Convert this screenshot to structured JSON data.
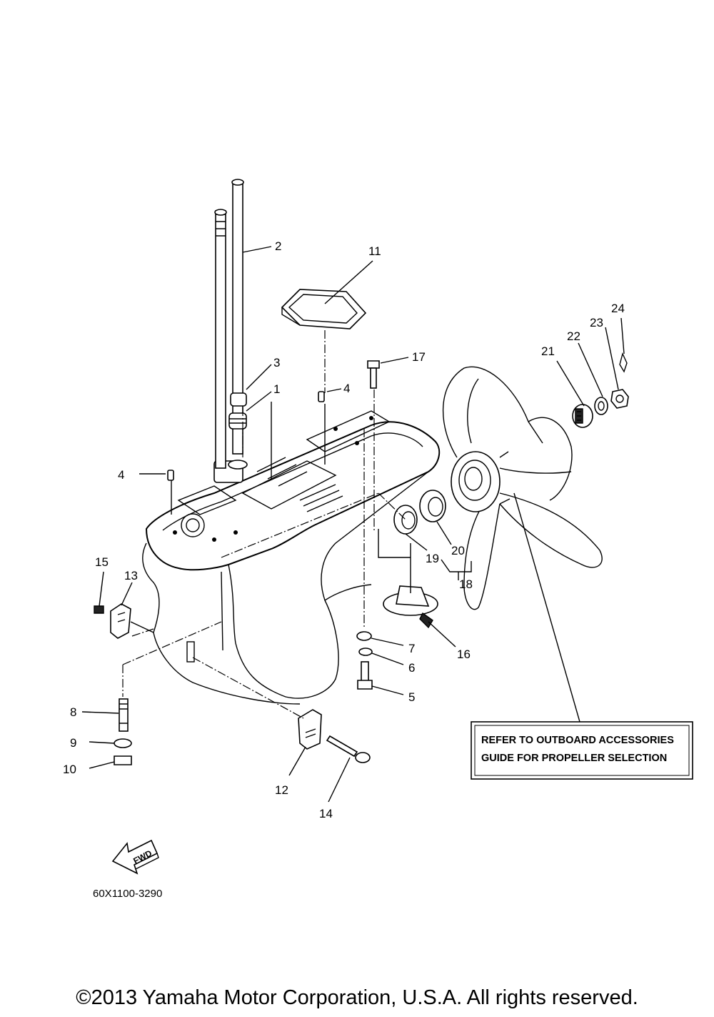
{
  "callouts": {
    "c1": "1",
    "c2": "2",
    "c3": "3",
    "c4a": "4",
    "c4b": "4",
    "c5": "5",
    "c6": "6",
    "c7": "7",
    "c8": "8",
    "c9": "9",
    "c10": "10",
    "c11": "11",
    "c12": "12",
    "c13": "13",
    "c14": "14",
    "c15": "15",
    "c16": "16",
    "c17": "17",
    "c18": "18",
    "c19": "19",
    "c20": "20",
    "c21": "21",
    "c22": "22",
    "c23": "23",
    "c24": "24"
  },
  "note": {
    "line1": "REFER TO OUTBOARD ACCESSORIES",
    "line2": "GUIDE  FOR PROPELLER SELECTION"
  },
  "fwd_label": "FWD",
  "diagram_code": "60X1100-3290",
  "copyright": "©2013 Yamaha Motor Corporation, U.S.A. All rights reserved.",
  "colors": {
    "line": "#000000",
    "background": "#ffffff"
  }
}
